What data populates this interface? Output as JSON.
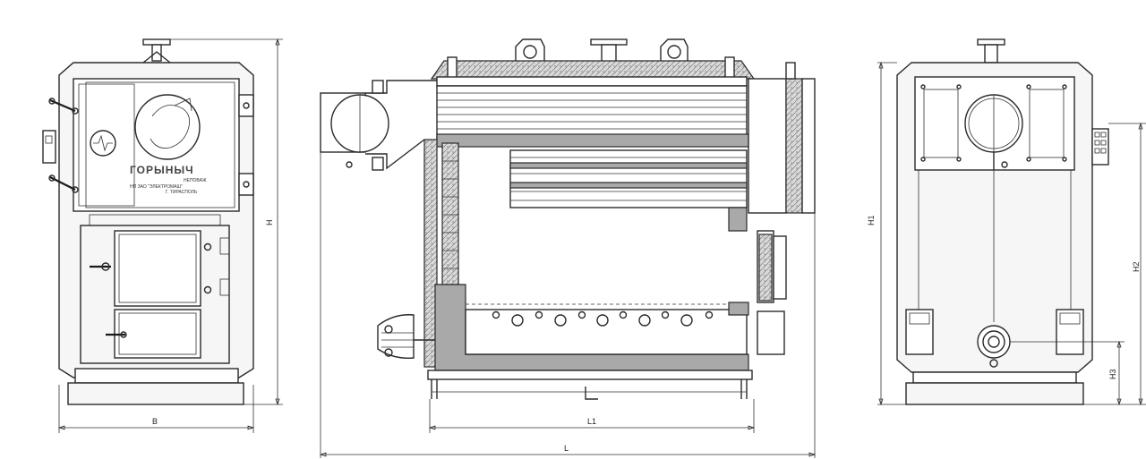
{
  "brand": {
    "logo_text": "ГОРЫНЫЧ",
    "maker_line_1": "НЕПОВАЖ",
    "maker_line_2": "НП ЗАО \"ЭЛЕКТРОМАШ\"",
    "maker_line_3": "Г. ТИРАСПОЛЬ"
  },
  "dimensions": {
    "height": "H",
    "width": "B",
    "length": "L",
    "length_1": "L1",
    "height_1": "H1",
    "height_2": "H2",
    "height_3": "H3"
  }
}
